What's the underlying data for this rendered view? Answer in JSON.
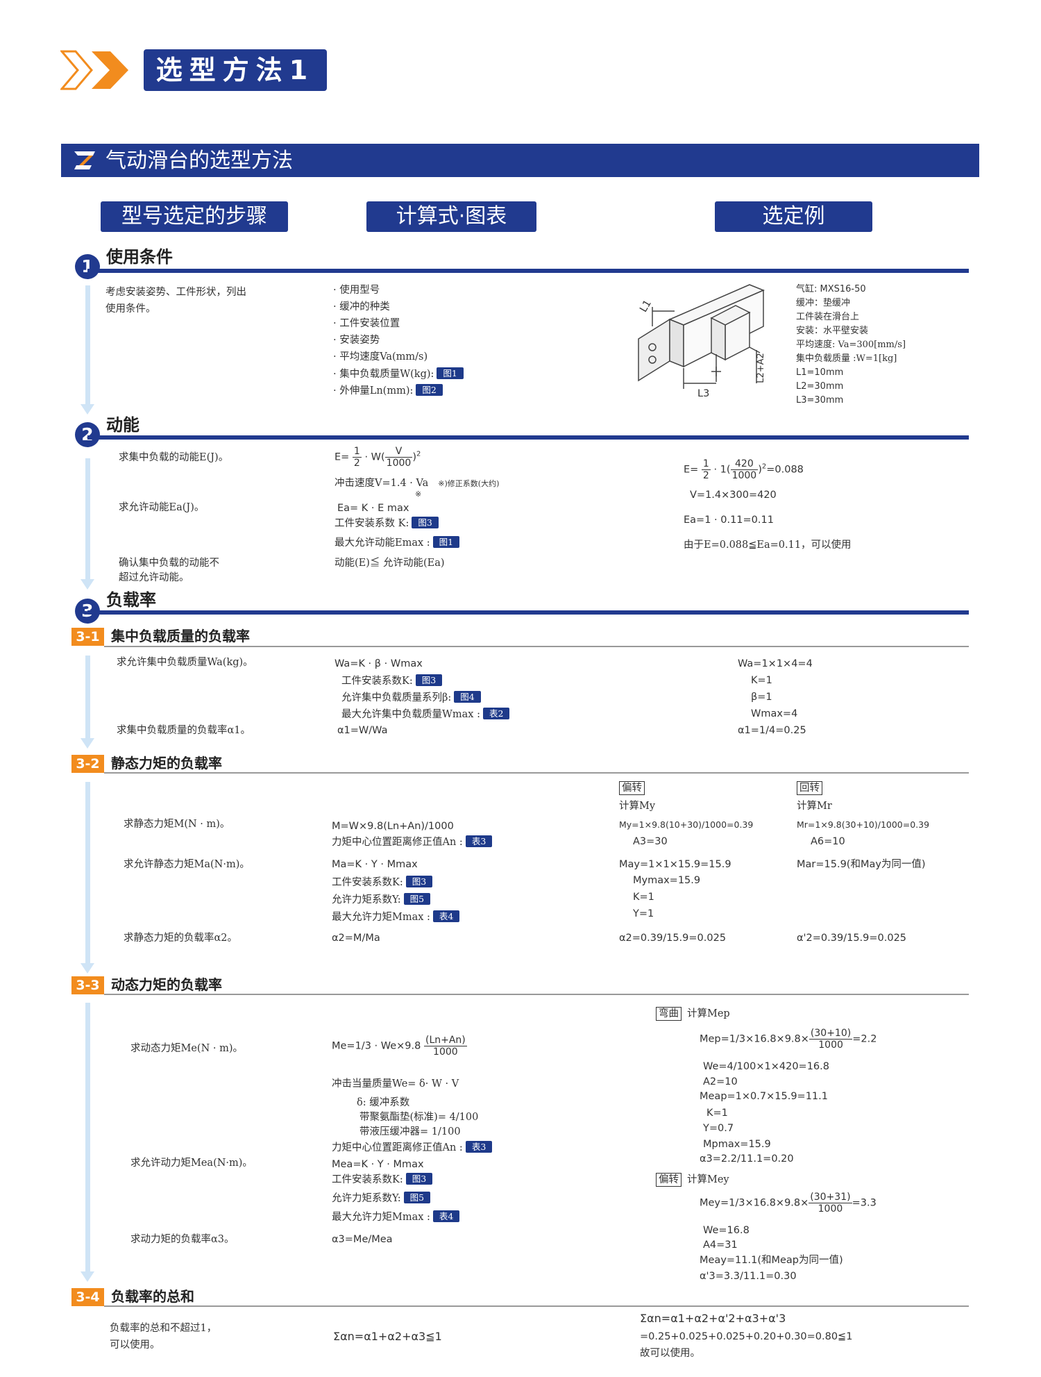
{
  "header": {
    "title": "选型方法1"
  },
  "banner": {
    "title": "气动滑台的选型方法"
  },
  "columns": {
    "steps": "型号选定的步骤",
    "formula": "计算式·图表",
    "example": "选定例"
  },
  "s1": {
    "num": "1",
    "title": "使用条件",
    "desc1": "考虑安装姿势、工件形状，列出",
    "desc2": "使用条件。",
    "items": [
      "· 使用型号",
      "· 缓冲的种类",
      "· 工件安装位置",
      "· 安装姿势",
      "· 平均速度Va(mm/s)",
      "· 集中负载质量W(kg):",
      "· 外伸量Ln(mm):"
    ],
    "tag_w": "图1",
    "tag_ln": "图2",
    "diagram": {
      "l1": "L1",
      "l3": "L3",
      "l2a2": "L2+A2"
    },
    "ex": [
      "气缸:  MXS16-50",
      "缓冲：垫缓冲",
      "工件装在滑台上",
      "安装：水平壁安装",
      "平均速度:  Va=300[mm/s]",
      "集中负载质量  :W=1[kg]",
      "L1=10mm",
      "L2=30mm",
      "L3=30mm"
    ]
  },
  "s2": {
    "num": "2",
    "title": "动能",
    "q1": "求集中负载的动能E(J)。",
    "q2": "求允许动能Ea(J)。",
    "q3a": "确认集中负载的动能不",
    "q3b": "超过允许动能。",
    "f_e_pre": "E=",
    "f_e_n": "1",
    "f_e_d": "2",
    "f_e_mid": "· W(",
    "f_e_vn": "V",
    "f_e_vd": "1000",
    "f_e_end": ")",
    "f_v": "冲击速度V=1.4 · Va",
    "f_v_note": "※)修正系数(大约)",
    "f_v_star": "※",
    "f_ea": "Ea= K  · E max",
    "f_k": "工件安装系数  K:",
    "f_emax": "最大允许动能Emax :",
    "tag_k": "图3",
    "tag_emax": "图1",
    "f_cmp": "动能(E)≦ 允许动能(Ea)",
    "ex_e_pre": "E=",
    "ex_e_n": "1",
    "ex_e_d": "2",
    "ex_e_mid": "· 1(",
    "ex_e_vn": "420",
    "ex_e_vd": "1000",
    "ex_e_end": ")",
    "ex_e_res": "=0.088",
    "ex_v": "V=1.4×300=420",
    "ex_ea": "Ea=1 · 0.11=0.11",
    "ex_ok": "由于E=0.088≦Ea=0.11，可以使用"
  },
  "s3": {
    "num": "3",
    "title": "负载率"
  },
  "s31": {
    "badge": "3-1",
    "title": "集中负载质量的负载率",
    "q1": "求允许集中负载质量Wa(kg)。",
    "q2": "求集中负载质量的负载率α1。",
    "f1": "Wa=K · β · Wmax",
    "f2": "工件安装系数K:",
    "f3": "允许集中负载质量系列β:",
    "f4": "最大允许集中负载质量Wmax  :",
    "f5": "α1=W/Wa",
    "tag2": "图3",
    "tag3": "图4",
    "tag4": "表2",
    "ex": [
      "Wa=1×1×4=4",
      "K=1",
      "β=1",
      "Wmax=4",
      "α1=1/4=0.25"
    ]
  },
  "s32": {
    "badge": "3-2",
    "title": "静态力矩的负载率",
    "q1": "求静态力矩M(N · m)。",
    "q2": "求允许静态力矩Ma(N·m)。",
    "q3": "求静态力矩的负载率α2。",
    "f1": "M=W×9.8(Ln+An)/1000",
    "f2": "力矩中心位置距离修正值An :",
    "f3": "Ma=K · Y · Mmax",
    "f4": "工件安装系数K:",
    "f5": "允许力矩系数Y:",
    "f6": "最大允许力矩Mmax :",
    "f7": "α2=M/Ma",
    "tag2": "表3",
    "tag4": "图3",
    "tag5": "图5",
    "tag6": "表4",
    "yaw": {
      "label": "偏转",
      "calc": "计算My",
      "m": "My=1×9.8(10+30)/1000=0.39",
      "a": "A3=30",
      "ma": "May=1×1×15.9=15.9",
      "mmax": "Mymax=15.9",
      "k": "K=1",
      "y": "Y=1",
      "r": "α2=0.39/15.9=0.025"
    },
    "roll": {
      "label": "回转",
      "calc": "计算Mr",
      "m": "Mr=1×9.8(30+10)/1000=0.39",
      "a": "A6=10",
      "ma": "Mar=15.9(和May为同一值)",
      "r": "α'2=0.39/15.9=0.025"
    }
  },
  "s33": {
    "badge": "3-3",
    "title": "动态力矩的负载率",
    "q1": "求动态力矩Me(N · m)。",
    "q2": "求允许动力矩Mea(N·m)。",
    "q3": "求动力矩的负载率α3。",
    "f1_pre": "Me=1/3 · We×9.8",
    "f1_n": "(Ln+An)",
    "f1_d": "1000",
    "f2": "冲击当量质量We= δ· W · V",
    "f3": "δ: 缓冲系数",
    "f4": "带聚氨酯垫(标准)= 4/100",
    "f5": "带液压缓冲器= 1/100",
    "f6": "力矩中心位置距离修正值An :",
    "f7": "Mea=K · Y · Mmax",
    "f8": "工件安装系数K:",
    "f9": "允许力矩系数Y:",
    "f10": "最大允许力矩Mmax :",
    "f11": "α3=Me/Mea",
    "tag6": "表3",
    "tag8": "图3",
    "tag9": "图5",
    "tag10": "表4",
    "pitch": {
      "label": "弯曲",
      "calc": "计算Mep",
      "m_pre": "Mep=1/3×16.8×9.8×",
      "m_n": "(30+10)",
      "m_d": "1000",
      "m_res": "=2.2",
      "lines": [
        "We=4/100×1×420=16.8",
        "A2=10",
        "Meap=1×0.7×15.9=11.1",
        "K=1",
        "Y=0.7",
        "Mpmax=15.9",
        "α3=2.2/11.1=0.20"
      ]
    },
    "yaw": {
      "label": "偏转",
      "calc": "计算Mey",
      "m_pre": "Mey=1/3×16.8×9.8×",
      "m_n": "(30+31)",
      "m_d": "1000",
      "m_res": "=3.3",
      "lines": [
        "We=16.8",
        "A4=31",
        "Meay=11.1(和Meap为同一值)",
        "α'3=3.3/11.1=0.30"
      ]
    }
  },
  "s34": {
    "badge": "3-4",
    "title": "负载率的总和",
    "q1": "负载率的总和不超过1，",
    "q2": "可以使用。",
    "f1": "Σαn=α1+α2+α3≦1",
    "ex1": "Σαn=α1+α2+α'2+α3+α'3",
    "ex2": "=0.25+0.025+0.025+0.20+0.30=0.80≦1",
    "ex3": "故可以使用。"
  },
  "colors": {
    "navy": "#213a8f",
    "orange": "#f28c1e",
    "arrow": "#cfe4f6"
  }
}
